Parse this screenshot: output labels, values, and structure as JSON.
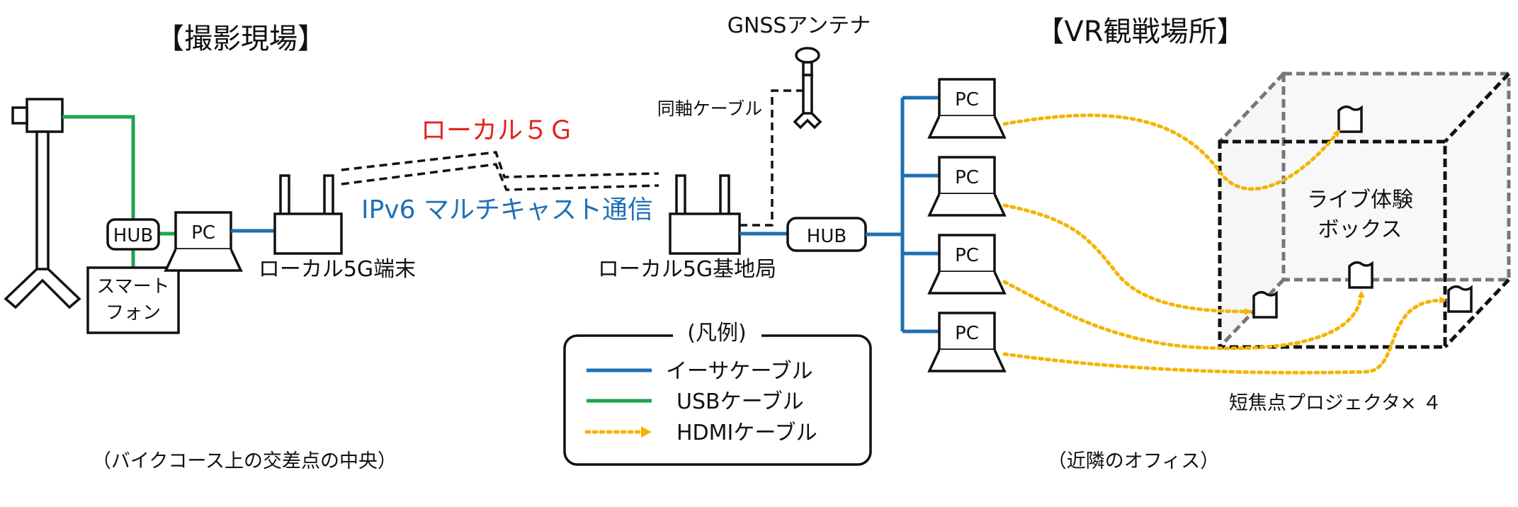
{
  "labels": {
    "site_title": "【撮影現場】",
    "site_subtitle": "（バイクコース上の交差点の中央）",
    "venue_title": "【VR観戦場所】",
    "venue_subtitle": "（近隣のオフィス）",
    "hub_left": "HUB",
    "smartphone_line1": "スマート",
    "smartphone_line2": "フォン",
    "pc": "PC",
    "terminal": "ローカル5G端末",
    "local5g": "ローカル５Ｇ",
    "multicast": "IPv6 マルチキャスト通信",
    "base_station": "ローカル5G基地局",
    "gnss": "GNSSアンテナ",
    "coax": "同軸ケーブル",
    "hub_right": "HUB",
    "box_line1": "ライブ体験",
    "box_line2": "ボックス",
    "projectors": "短焦点プロジェクタ× ４"
  },
  "legend": {
    "title": "(凡例)",
    "items": [
      {
        "label": "イーサケーブル",
        "color": "#1e6fb5",
        "style": "solid"
      },
      {
        "label": "USBケーブル",
        "color": "#1aa64b",
        "style": "solid"
      },
      {
        "label": "HDMIケーブル",
        "color": "#f4b400",
        "style": "dotted-arrow"
      }
    ]
  },
  "colors": {
    "ethernet": "#1e6fb5",
    "usb": "#1aa64b",
    "hdmi": "#f4b400",
    "local5g_text": "#e0241b",
    "multicast_text": "#1e6fb5"
  },
  "icons": [
    "camera-icon",
    "laptop-icon",
    "router-icon",
    "gnss-antenna-icon",
    "projector-icon"
  ]
}
